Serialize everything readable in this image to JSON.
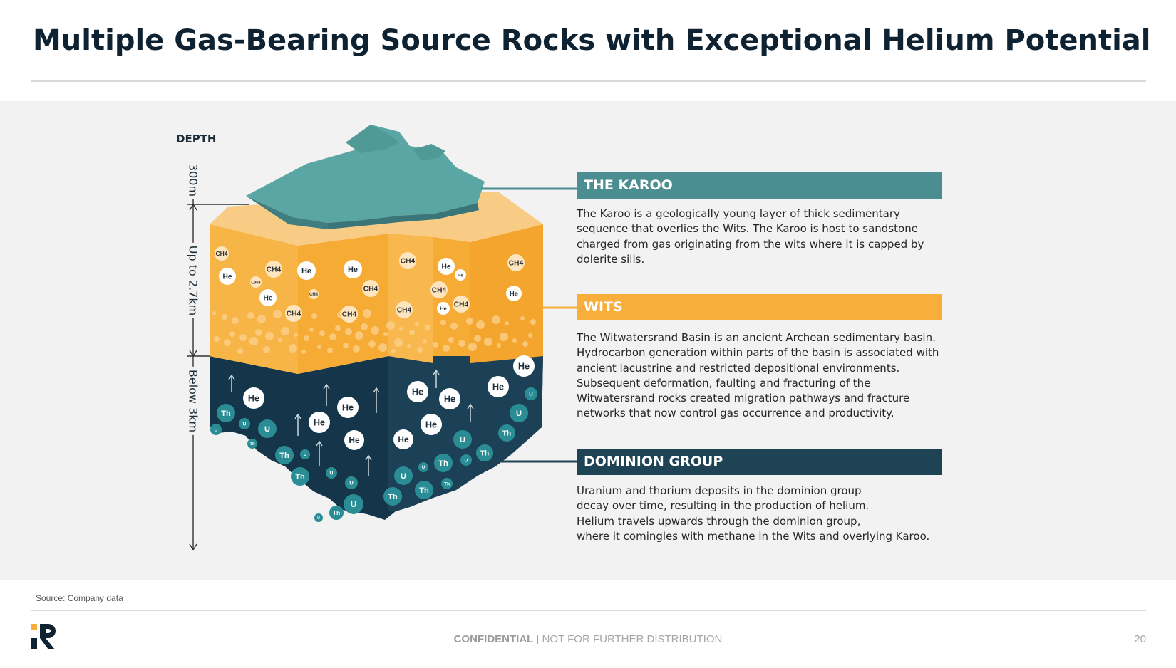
{
  "title": "Multiple Gas-Bearing Source Rocks with Exceptional Helium Potential",
  "diagram": {
    "depth_heading": "DEPTH",
    "depth_labels": [
      "300m",
      "Up to 2.7km",
      "Below 3km"
    ],
    "bubble_labels": {
      "helium": "He",
      "methane": "CH4",
      "uranium": "U",
      "thorium": "Th"
    },
    "colors": {
      "karoo": "#4a8e91",
      "wits": "#f7ae3a",
      "dominion": "#1e4355",
      "top": "#5ba5a2"
    }
  },
  "sections": [
    {
      "heading": "THE KAROO",
      "lines": [
        "The Karoo is a geologically young layer of thick sedimentary",
        "sequence that overlies the Wits. The Karoo is host to sandstone",
        "charged from gas originating from the wits where it is capped by",
        "dolerite sills."
      ]
    },
    {
      "heading": "WITS",
      "lines": [
        "The Witwatersrand Basin is an ancient Archean sedimentary basin.",
        "Hydrocarbon generation within parts of the basin is associated with",
        "ancient lacustrine and restricted depositional environments.",
        "Subsequent deformation, faulting and fracturing of the",
        "Witwatersrand rocks created migration pathways and fracture",
        "networks that now control gas occurrence and productivity."
      ]
    },
    {
      "heading": "DOMINION GROUP",
      "lines": [
        "Uranium and thorium deposits in the dominion group",
        "decay over time, resulting in the production of helium.",
        "Helium travels upwards through the dominion group,",
        "where it comingles with methane in the Wits and overlying Karoo."
      ]
    }
  ],
  "source": "Source: Company data",
  "footer": {
    "confidential": "CONFIDENTIAL",
    "rest": " | NOT FOR FURTHER DISTRIBUTION",
    "page": "20"
  }
}
